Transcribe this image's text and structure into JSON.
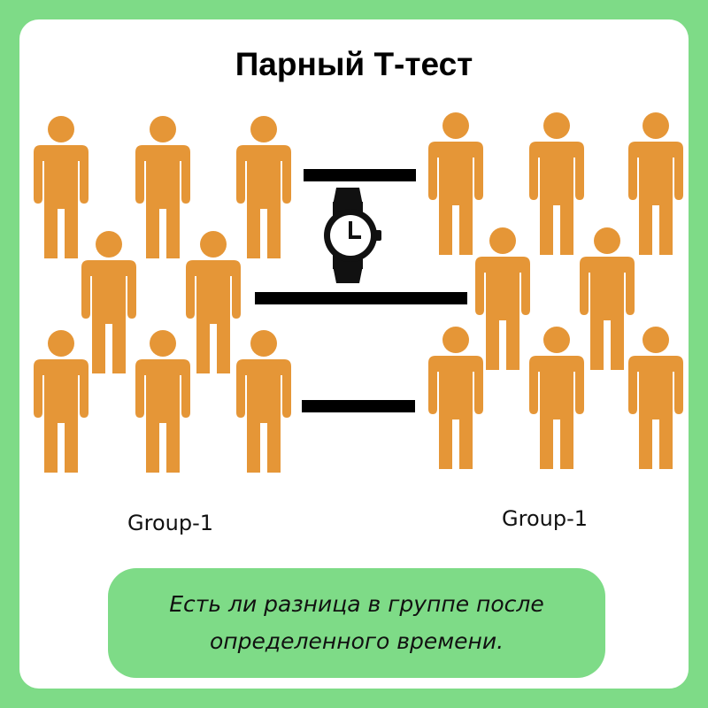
{
  "title": "Парный Т-тест",
  "groups": {
    "left_label": "Group-1",
    "right_label": "Group-1"
  },
  "caption": "Есть ли разница в группе после определенного времени.",
  "icons": {
    "person": "person-icon",
    "watch": "wristwatch-icon"
  },
  "colors": {
    "background": "#7edb87",
    "card": "#ffffff",
    "person": "#e59637",
    "bars": "#000000"
  }
}
